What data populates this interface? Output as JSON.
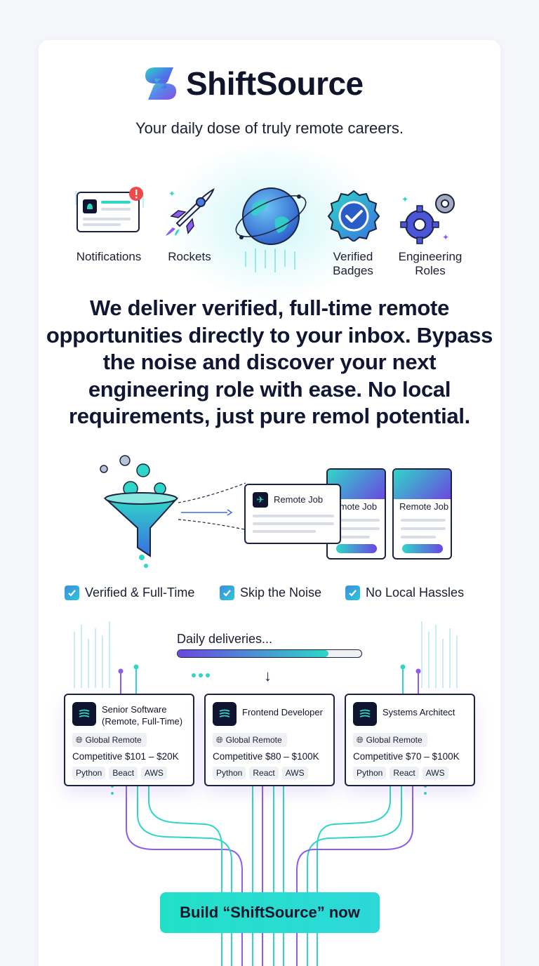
{
  "brand": {
    "name": "ShiftSource",
    "tagline": "Your daily dose of truly remote careers."
  },
  "features": [
    {
      "label": "Notifications",
      "icon": "notification-window-icon"
    },
    {
      "label": "Rockets",
      "icon": "rocket-icon"
    },
    {
      "label": "",
      "icon": "globe-icon"
    },
    {
      "label": "Verified\nBadges",
      "icon": "verified-badge-icon"
    },
    {
      "label": "Engineering\nRoles",
      "icon": "gears-icon"
    }
  ],
  "headline": "We deliver verified, full-time remote opportunities directly to your inbox. Bypass the noise and discover your next engineering role with ease. No local requirements, just pure remol potential.",
  "funnel": {
    "cards": [
      {
        "title": "Remote Job"
      },
      {
        "title": "Remote Job"
      },
      {
        "title": "Remote Job"
      }
    ]
  },
  "checks": [
    {
      "label": "Verified & Full-Time"
    },
    {
      "label": "Skip the Noise"
    },
    {
      "label": "No Local Hassles"
    }
  ],
  "progress": {
    "label": "Daily deliveries...",
    "value": 0.82
  },
  "listings": [
    {
      "title": "Senior Software (Remote, Full-Time)",
      "badge": "Global Remote",
      "salary": "Competitive $101 – $20K",
      "tags": [
        "Python",
        "Beact",
        "AWS"
      ]
    },
    {
      "title": "Frontend Developer",
      "badge": "Global Remote",
      "salary": "Competitive $80 – $100K",
      "tags": [
        "Python",
        "React",
        "AWS"
      ]
    },
    {
      "title": "Systems Architect",
      "badge": "Global Remote",
      "salary": "Competitive $70 – $100K",
      "tags": [
        "Python",
        "React",
        "AWS"
      ]
    }
  ],
  "cta": {
    "label": "Build “ShiftSource” now"
  },
  "colors": {
    "accent_teal": "#2fd6c8",
    "accent_purple": "#6b47e0",
    "ink": "#10152b"
  }
}
